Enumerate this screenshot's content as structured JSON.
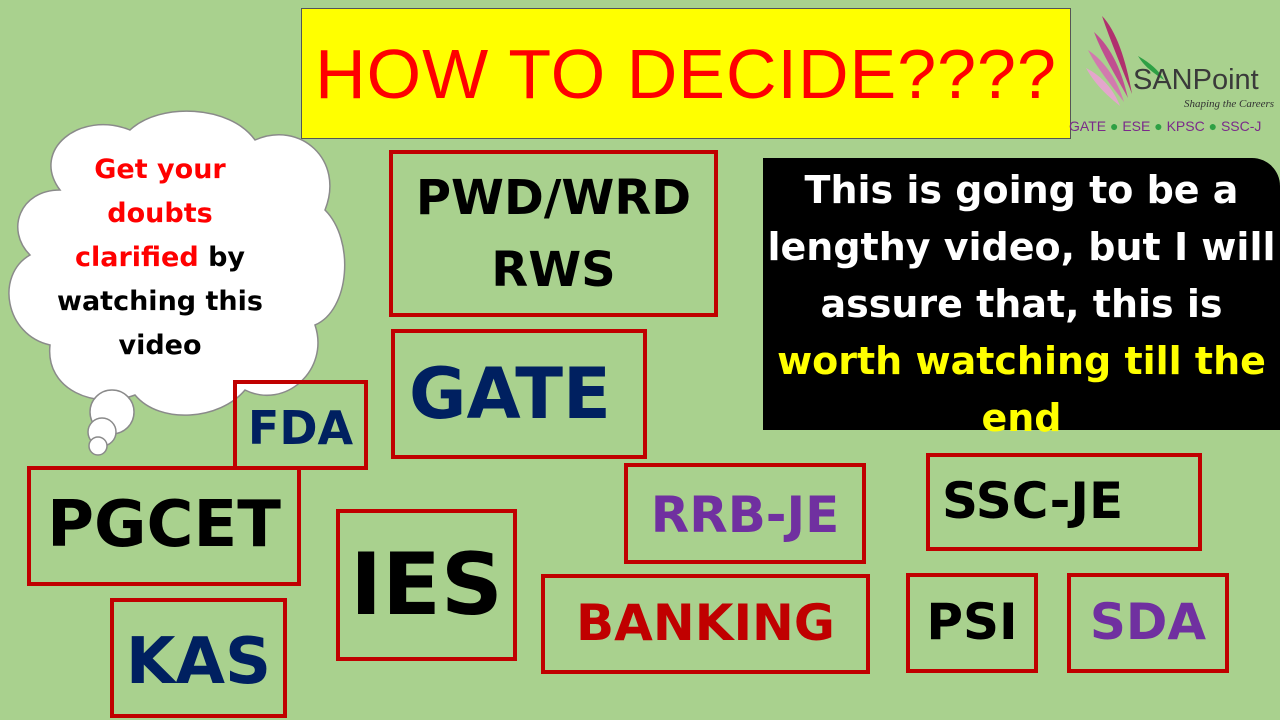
{
  "title": "HOW TO DECIDE????",
  "cloud": {
    "line1_red": "Get your",
    "line2_red": "doubts",
    "line3_red": "clarified",
    "line3_black": " by",
    "line4": "watching this",
    "line5": "video"
  },
  "note": {
    "line1": "This is going to be a",
    "line2": "lengthy video, but I will",
    "line3": "assure that, this is",
    "line4_highlight": "worth watching till the",
    "line5_highlight": "end"
  },
  "logo": {
    "name": "SANPoint",
    "tagline": "Shaping the Careers",
    "exams": [
      "GATE",
      "ESE",
      "KPSC",
      "SSC-J"
    ],
    "colors": {
      "wing": "#a0246e",
      "dots": "#2ea044"
    }
  },
  "exams": {
    "pwd_line1": "PWD/WRD",
    "pwd_line2": "RWS",
    "gate": "GATE",
    "fda": "FDA",
    "pgcet": "PGCET",
    "ies": "IES",
    "kas": "KAS",
    "rrb": "RRB-JE",
    "ssc": "SSC-JE",
    "banking": "BANKING",
    "psi": "PSI",
    "sda": "SDA"
  },
  "colors": {
    "background": "#a9d18e",
    "title_bg": "#ffff00",
    "title_text": "#ff0000",
    "box_border": "#c00000",
    "navy": "#002060",
    "purple": "#7030a0",
    "highlight": "#ffff00"
  }
}
